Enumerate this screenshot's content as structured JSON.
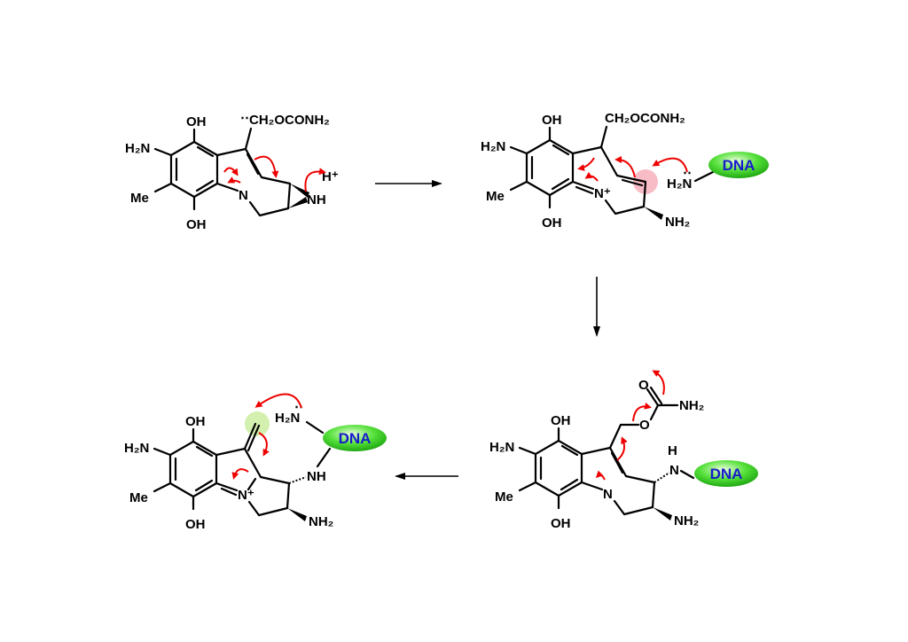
{
  "labels": {
    "oh": "OH",
    "h2n": "H₂N",
    "me": "Me",
    "ch2ocon": "CH₂OCONH₂",
    "n": "N",
    "n_plus": "N⁺",
    "nh": "NH",
    "nh2": "NH₂",
    "h_plus": "H⁺",
    "o": "O",
    "h": "H",
    "dna": "DNA"
  },
  "colors": {
    "bond": "#000000",
    "electron_arrow": "#ee0000",
    "dna_fill": "#33dd22",
    "dna_text": "#1a1acc",
    "highlight_pink": "#f4a5b3",
    "highlight_green": "#c8ec9a"
  }
}
